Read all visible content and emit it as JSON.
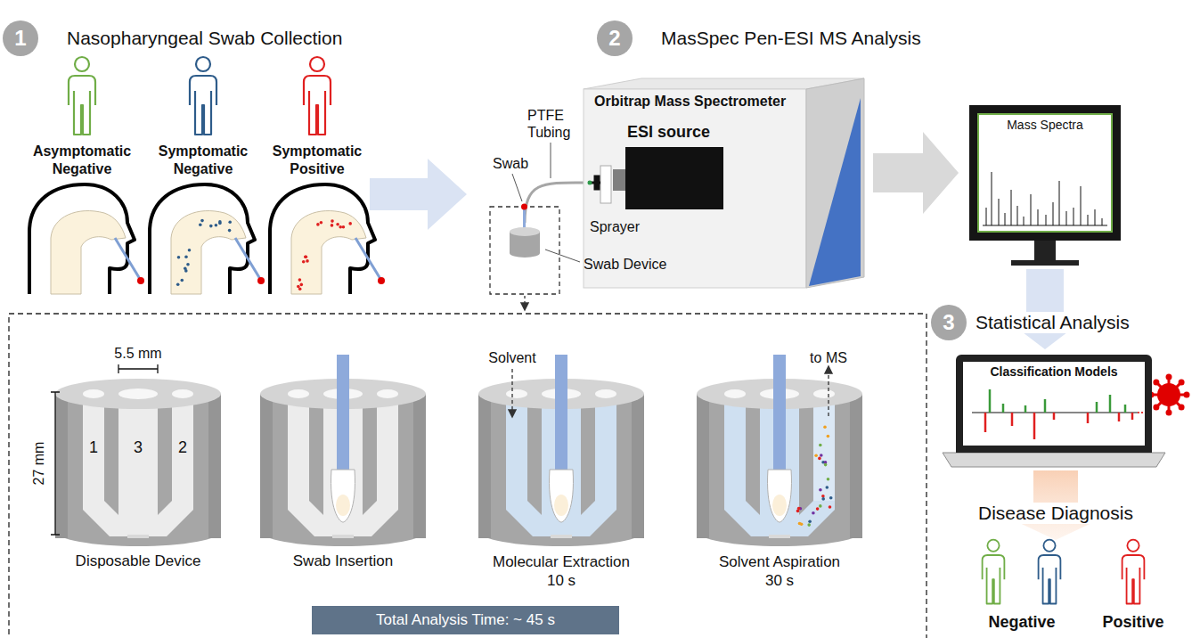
{
  "diagram": {
    "nodes": [
      {
        "text": [
          "1"
        ]
      },
      {
        "text": [
          "2"
        ]
      },
      {
        "text": [
          "Orbitrap Mass Spectrometer"
        ]
      },
      {
        "text": [
          "ESI source"
        ],
        "in": 2
      },
      {
        "text": [
          "Mass Spectra"
        ]
      },
      {
        "text": [
          "3"
        ]
      },
      {
        "text": [
          "Classification Models"
        ]
      },
      {
        "text": [
          "Total Analysis Time: ~ 45 s"
        ]
      }
    ],
    "edges": [
      {
        "from": 2,
        "to": 4,
        "arrow": "to"
      },
      {
        "from": 4,
        "to": 6,
        "arrow": "to"
      }
    ],
    "labels": [
      "Nasopharyngeal Swab Collection",
      "MasSpec Pen-ESI MS Analysis",
      "Asymptomatic Negative",
      "Symptomatic Negative",
      "Symptomatic Positive",
      "PTFE Tubing",
      "Swab",
      "Sprayer",
      "Swab Device",
      "Statistical Analysis",
      "5.5 mm",
      "27 mm",
      "1",
      "3",
      "2",
      "Disposable Device",
      "Swab Insertion",
      "Solvent",
      "Molecular Extraction 10 s",
      "to MS",
      "Solvent Aspiration 30 s",
      "Disease Diagnosis",
      "Negative",
      "Positive"
    ]
  }
}
